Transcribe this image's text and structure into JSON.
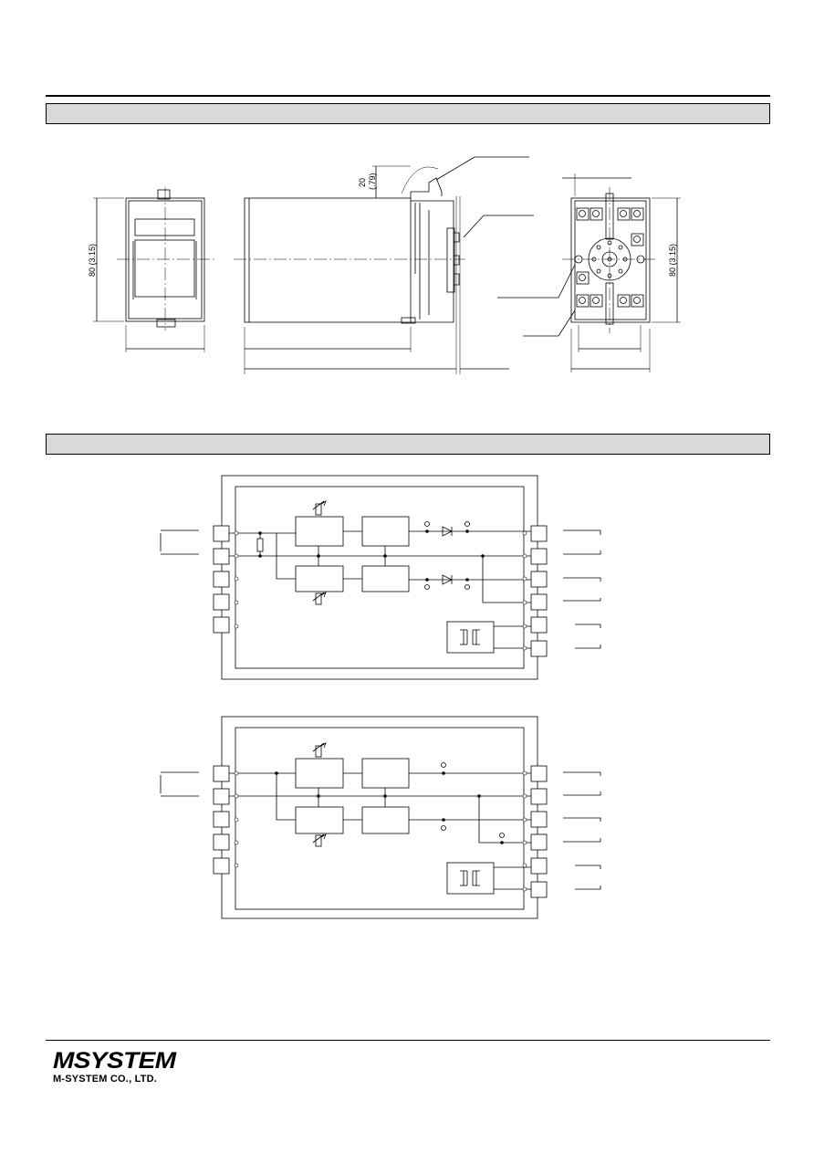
{
  "sections": [
    {
      "title": ""
    },
    {
      "title": ""
    }
  ],
  "dimensions": {
    "height_left": "80 (3.15)",
    "height_right": "80 (3.15)",
    "clearance": "20",
    "clearance_in": "(.79)"
  },
  "footer": {
    "logo_text": "MSYSTEM",
    "company_name": "M-SYSTEM CO., LTD."
  },
  "colors": {
    "section_bar": "#d9d9d9",
    "line": "#000000"
  },
  "icons": [
    "transformer-icon",
    "potentiometer-icon",
    "diode-icon",
    "terminal-icon"
  ]
}
